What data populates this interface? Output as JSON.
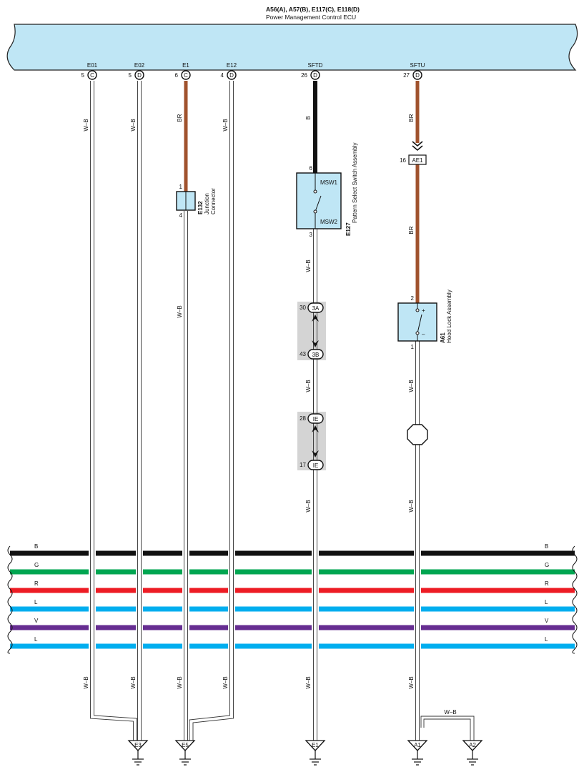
{
  "ecu": {
    "codes": "A56(A), A57(B), E117(C), E118(D)",
    "name": "Power Management Control ECU",
    "terminals": [
      {
        "name": "E01",
        "pin": "5",
        "conn": "C"
      },
      {
        "name": "E02",
        "pin": "5",
        "conn": "D"
      },
      {
        "name": "E1",
        "pin": "6",
        "conn": "C"
      },
      {
        "name": "E12",
        "pin": "4",
        "conn": "D"
      },
      {
        "name": "SFTD",
        "pin": "26",
        "conn": "D"
      },
      {
        "name": "SFTU",
        "pin": "27",
        "conn": "D"
      }
    ]
  },
  "wire_colors": {
    "wb": "W–B",
    "br": "BR",
    "b": "B"
  },
  "colors": {
    "ecu_fill": "#bfe6f5",
    "brown": "#a0522d",
    "black": "#111111",
    "green": "#00a651",
    "red": "#ed1c24",
    "blue": "#00aeef",
    "violet": "#662d91",
    "connector_fill": "#d4d4d4"
  },
  "junction": {
    "code": "E132",
    "name_line1": "Junction",
    "name_line2": "Connector",
    "pin_top": "1",
    "pin_bottom": "4"
  },
  "pattern_switch": {
    "code": "E127",
    "name": "Pattern Select Switch Assembly",
    "pin_top": "6",
    "pin_bottom": "3",
    "contact_top": "MSW1",
    "contact_bottom": "MSW2"
  },
  "hood_lock": {
    "code": "A61",
    "name": "Hood Lock Assembly",
    "pin_top": "2",
    "pin_bottom": "1",
    "plus": "+",
    "minus": "–"
  },
  "inline_connector": {
    "pin": "16",
    "code": "AE1"
  },
  "connectors_sftd": [
    {
      "pin": "30",
      "code": "3A"
    },
    {
      "pin": "43",
      "code": "3B"
    },
    {
      "pin": "28",
      "code": "IE"
    },
    {
      "pin": "17",
      "code": "IE"
    }
  ],
  "bus_lines": [
    {
      "label": "B",
      "color": "#111111"
    },
    {
      "label": "G",
      "color": "#00a651"
    },
    {
      "label": "R",
      "color": "#ed1c24"
    },
    {
      "label": "L",
      "color": "#00aeef"
    },
    {
      "label": "V",
      "color": "#662d91"
    },
    {
      "label": "L",
      "color": "#00aeef"
    }
  ],
  "grounds": [
    "E3",
    "E5",
    "E1",
    "A1",
    "A2"
  ]
}
